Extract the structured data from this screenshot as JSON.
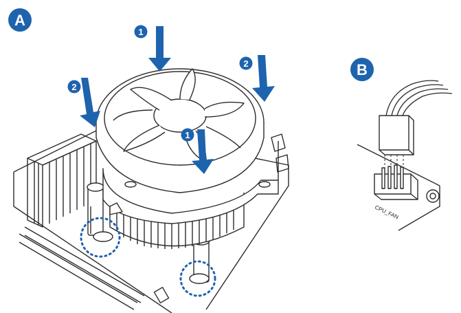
{
  "colors": {
    "accent": "#1e63ad",
    "line": "#2b2b2b",
    "highlight": "#1e63ad"
  },
  "panels": {
    "a": {
      "label": "A"
    },
    "b": {
      "label": "B"
    }
  },
  "steps": [
    {
      "number": "1"
    },
    {
      "number": "2"
    },
    {
      "number": "2"
    },
    {
      "number": "1"
    }
  ],
  "connector": {
    "label": "CPU_FAN"
  },
  "icons": [
    "arrow-down-icon",
    "step-badge-icon",
    "panel-badge-icon"
  ]
}
